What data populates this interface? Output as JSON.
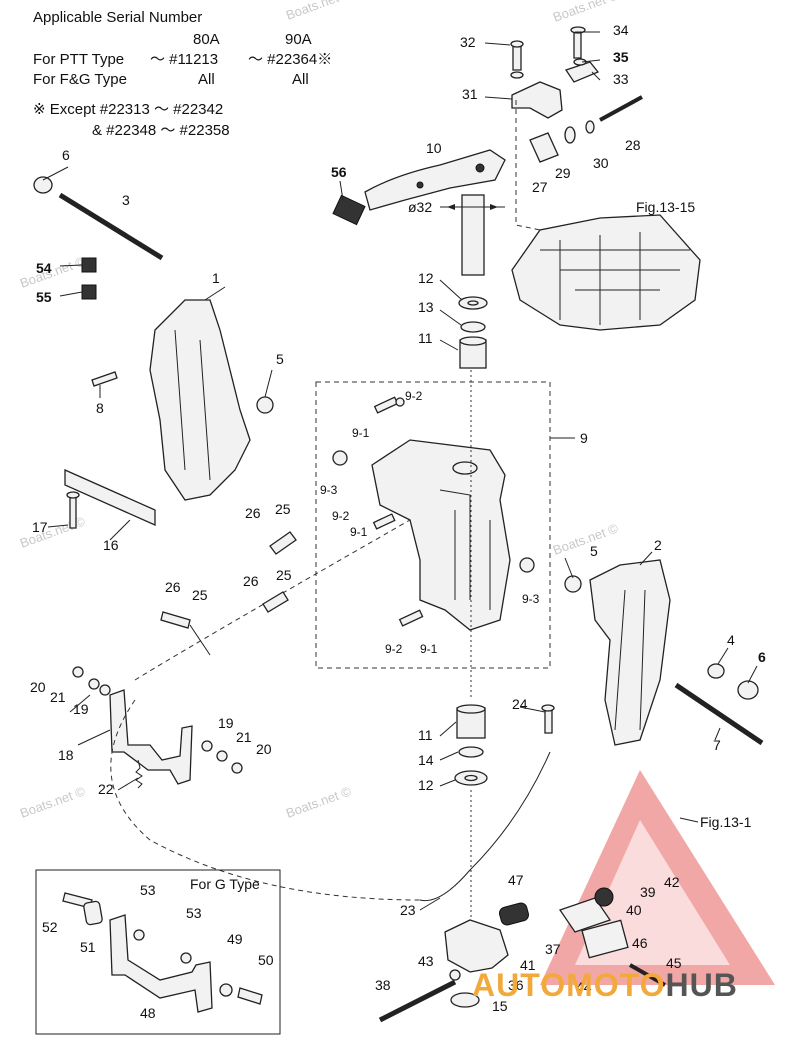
{
  "header": {
    "title": "Applicable Serial Number",
    "col_80a": "80A",
    "col_90a": "90A",
    "ptt_label": "For PTT Type",
    "ptt_80a": "～ #11213",
    "ptt_90a": "～ #22364※",
    "fg_label": "For F&G Type",
    "fg_80a": "All",
    "fg_90a": "All",
    "except_line1": "※ Except  #22313 ～ #22342",
    "except_line2": "&  #22348 ～ #22358"
  },
  "watermarks": [
    "Boats.net ©",
    "Boats.net ©",
    "Boats.net ©",
    "Boats.net ©",
    "Boats.net ©",
    "Boats.net ©",
    "Boats.net ©"
  ],
  "callouts": {
    "p1": "1",
    "p2": "2",
    "p3": "3",
    "p4": "4",
    "p5a": "5",
    "p5b": "5",
    "p6a": "6",
    "p6b": "6",
    "p7": "7",
    "p8": "8",
    "p9": "9",
    "p9_1a": "9-1",
    "p9_1b": "9-1",
    "p9_1c": "9-1",
    "p9_2a": "9-2",
    "p9_2b": "9-2",
    "p9_2c": "9-2",
    "p9_3a": "9-3",
    "p9_3b": "9-3",
    "p10": "10",
    "p11a": "11",
    "p11b": "11",
    "p12a": "12",
    "p12b": "12",
    "p13": "13",
    "p14": "14",
    "p15": "15",
    "p16": "16",
    "p17": "17",
    "p18": "18",
    "p19a": "19",
    "p19b": "19",
    "p20a": "20",
    "p20b": "20",
    "p21a": "21",
    "p21b": "21",
    "p22": "22",
    "p23": "23",
    "p24": "24",
    "p25a": "25",
    "p25b": "25",
    "p25c": "25",
    "p26a": "26",
    "p26b": "26",
    "p26c": "26",
    "p27": "27",
    "p28": "28",
    "p29": "29",
    "p30": "30",
    "p31": "31",
    "p32": "32",
    "p33": "33",
    "p34": "34",
    "p35": "35",
    "p36": "36",
    "p37": "37",
    "p38": "38",
    "p39": "39",
    "p40": "40",
    "p41": "41",
    "p42": "42",
    "p43": "43",
    "p44": "44",
    "p45": "45",
    "p46": "46",
    "p47": "47",
    "p48": "48",
    "p49": "49",
    "p50": "50",
    "p51": "51",
    "p52": "52",
    "p53a": "53",
    "p53b": "53",
    "p54": "54",
    "p55": "55",
    "p56": "56",
    "dia32": "ø32",
    "fig1315": "Fig.13-15",
    "fig131": "Fig.13-1",
    "g_type": "For G Type"
  },
  "logo": {
    "text_a": "AUTOMOTO",
    "text_b": "HUB",
    "color_a": "#f2a93b",
    "color_b": "#555555",
    "triangle_color": "#e23b3b"
  }
}
